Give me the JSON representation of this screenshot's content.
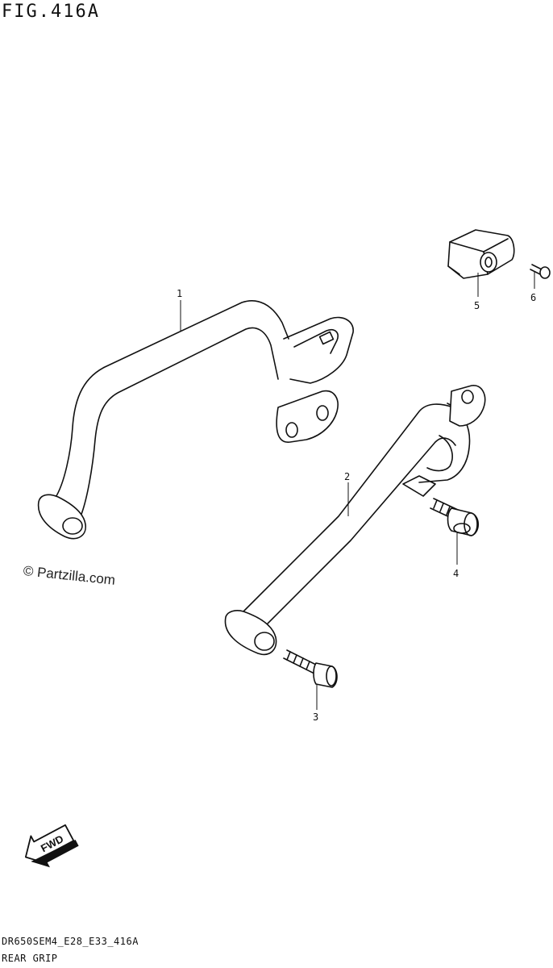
{
  "figure": {
    "title": "FIG.416A"
  },
  "watermark": "© Partzilla.com",
  "callouts": [
    {
      "id": "1",
      "label": "1"
    },
    {
      "id": "2",
      "label": "2"
    },
    {
      "id": "3",
      "label": "3"
    },
    {
      "id": "4",
      "label": "4"
    },
    {
      "id": "5",
      "label": "5"
    },
    {
      "id": "6",
      "label": "6"
    }
  ],
  "fwd_label": "FWD",
  "footer": {
    "code": "DR650SEM4_E28_E33_416A",
    "name": "REAR GRIP"
  }
}
